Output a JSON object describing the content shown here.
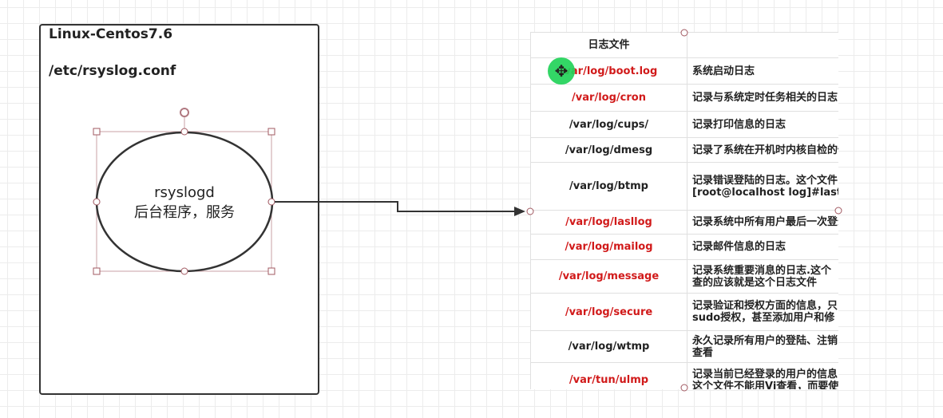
{
  "container": {
    "title": "Linux-Centos7.6",
    "subtitle": "/etc/rsyslog.conf"
  },
  "ellipse": {
    "line1": "rsyslogd",
    "line2": "后台程序，服务"
  },
  "table": {
    "header": "日志文件",
    "rows": [
      {
        "path": "/var/log/boot.log",
        "desc": "系统启动日志",
        "highlight": true,
        "height": 33
      },
      {
        "path": "/var/log/cron",
        "desc": "记录与系统定时任务相关的日志",
        "highlight": true,
        "height": 34
      },
      {
        "path": "/var/log/cups/",
        "desc": "记录打印信息的日志",
        "highlight": false,
        "height": 33
      },
      {
        "path": "/var/log/dmesg",
        "desc": "记录了系统在开机时内核自检的信息",
        "highlight": false,
        "height": 31
      },
      {
        "path": "/var/log/btmp",
        "desc": "记录错误登陆的日志。这个文件\n[root@localhost log]#lastb",
        "highlight": false,
        "height": 60
      },
      {
        "path": "/var/log/lasllog",
        "desc": "记录系统中所有用户最后一次登录",
        "highlight": true,
        "height": 30
      },
      {
        "path": "/var/log/mailog",
        "desc": "记录邮件信息的日志",
        "highlight": true,
        "height": 32
      },
      {
        "path": "/var/log/message",
        "desc": "记录系统重要消息的日志.这个\n查的应该就是这个日志文件",
        "highlight": true,
        "height": 42
      },
      {
        "path": "/var/log/secure",
        "desc": "记录验证和授权方面的信息，只\nsudo授权，甚至添加用户和修",
        "highlight": true,
        "height": 47
      },
      {
        "path": "/var/log/wtmp",
        "desc": "永久记录所有用户的登陆、注销\n查看",
        "highlight": false,
        "height": 40
      },
      {
        "path": "/var/tun/ulmp",
        "desc": "记录当前已经登录的用户的信息\n这个文件不能用Vi查看，而要使",
        "highlight": true,
        "height": 44
      }
    ]
  },
  "colors": {
    "highlight": "#d11a1a",
    "cursor": "#22d35a"
  },
  "icons": {
    "cursor": "move-cursor-icon"
  }
}
